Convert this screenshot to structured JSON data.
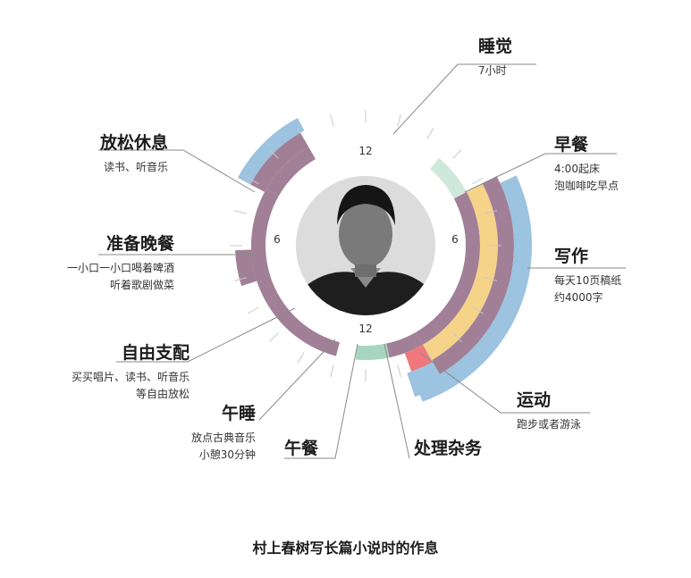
{
  "caption": "村上春树写长篇小说时的作息",
  "clock": {
    "top": "12",
    "right": "6",
    "bottom": "12",
    "left": "6"
  },
  "colors": {
    "sleep_green": "#a8d5bf",
    "breakfast_green": "#cfe8dc",
    "blue": "#9cc3df",
    "purple": "#a17f97",
    "yellow": "#f5d48a",
    "red": "#f0787c",
    "tick": "#c8c8c8",
    "leader": "#8a8a8a"
  },
  "activities": [
    {
      "id": "sleep",
      "name": "睡觉",
      "details": [
        "7小时"
      ]
    },
    {
      "id": "breakfast",
      "name": "早餐",
      "details": [
        "4:00起床",
        "泡咖啡吃早点"
      ]
    },
    {
      "id": "writing",
      "name": "写作",
      "details": [
        "每天10页稿纸",
        "约4000字"
      ]
    },
    {
      "id": "exercise",
      "name": "运动",
      "details": [
        "跑步或者游泳"
      ]
    },
    {
      "id": "errands",
      "name": "处理杂务",
      "details": []
    },
    {
      "id": "lunch",
      "name": "午餐",
      "details": []
    },
    {
      "id": "nap",
      "name": "午睡",
      "details": [
        "放点古典音乐",
        "小憩30分钟"
      ]
    },
    {
      "id": "free",
      "name": "自由支配",
      "details": [
        "买买唱片、读书、听音乐",
        "等自由放松"
      ]
    },
    {
      "id": "dinner",
      "name": "准备晚餐",
      "details": [
        "一小口一小口喝着啤酒",
        "听着歌剧做菜"
      ]
    },
    {
      "id": "relax",
      "name": "放松休息",
      "details": [
        "读书、听音乐"
      ]
    }
  ]
}
